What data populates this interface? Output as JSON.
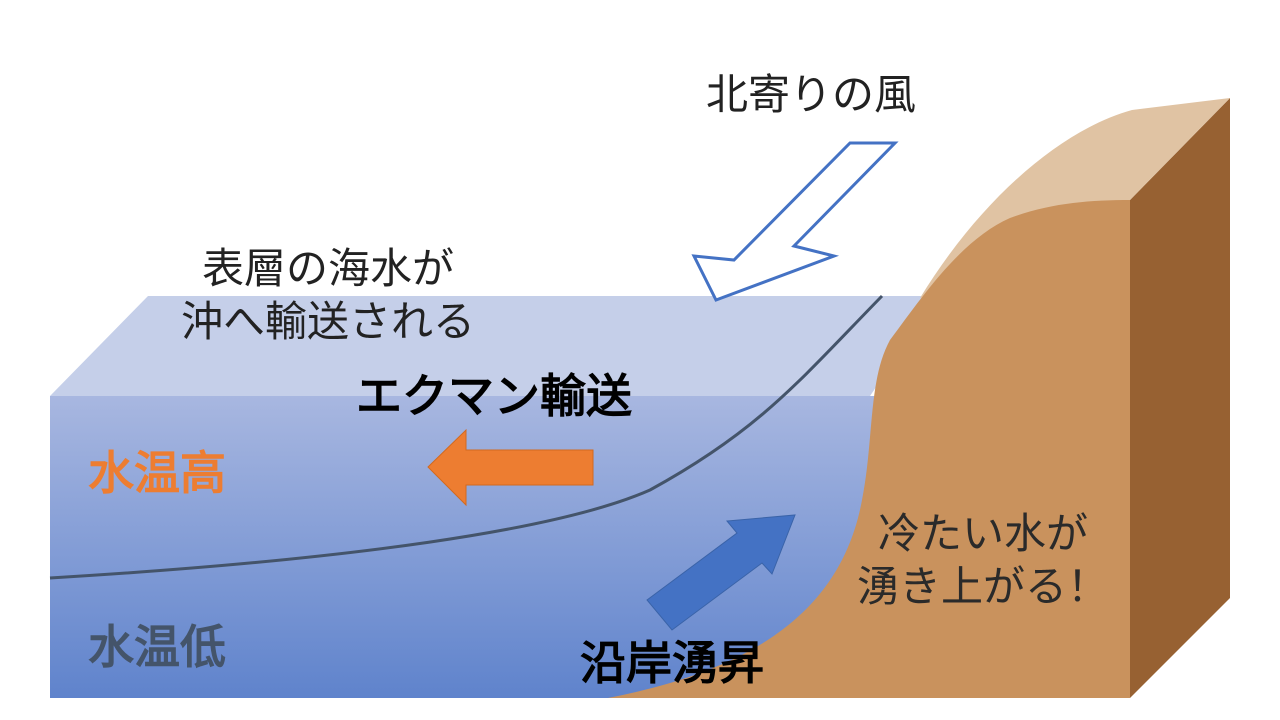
{
  "labels": {
    "wind": "北寄りの風",
    "surface_line1": "表層の海水が",
    "surface_line2": "沖へ輸送される",
    "ekman": "エクマン輸送",
    "temp_high": "水温高",
    "temp_low": "水温低",
    "cold_line1": "冷たい水が",
    "cold_line2": "湧き上がる！",
    "upwelling": "沿岸湧昇"
  },
  "colors": {
    "ocean_top_face": "#c5cfe9",
    "ocean_front_top": "#a8b7e0",
    "ocean_front_bottom": "#5f83cc",
    "land_front": "#c9925d",
    "land_top": "#e0c3a3",
    "land_side": "#976132",
    "wind_arrow_outline": "#4472c4",
    "ekman_arrow": "#ed7d31",
    "upwelling_arrow": "#4472c4",
    "thermocline": "#44546a",
    "temp_high_text": "#ed7d31",
    "temp_low_text": "#44546a"
  },
  "icons": {
    "wind": "hollow-zigzag-arrow-icon",
    "ekman": "left-arrow-icon",
    "upwelling": "up-right-arrow-icon"
  }
}
